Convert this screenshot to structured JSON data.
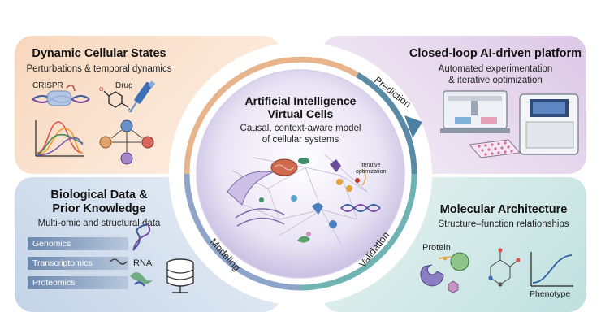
{
  "center": {
    "title_line1": "Artificial Intelligence",
    "title_line2": "Virtual Cells",
    "subtitle_line1": "Causal, context-aware model",
    "subtitle_line2": "of cellular systems",
    "inner_label_line1": "iterative",
    "inner_label_line2": "optimization"
  },
  "ring": {
    "prediction": "Prediction",
    "validation": "Validation",
    "modeling": "Modeling"
  },
  "top_left": {
    "title": "Dynamic Cellular States",
    "subtitle": "Perturbations & temporal dynamics",
    "crispr_label": "CRISPR",
    "drug_label": "Drug"
  },
  "top_right": {
    "title": "Closed-loop AI-driven platform",
    "subtitle_line1": "Automated experimentation",
    "subtitle_line2": "& iterative optimization"
  },
  "bottom_left": {
    "title_line1": "Biological Data &",
    "title_line2": "Prior Knowledge",
    "subtitle": "Multi-omic and structural data",
    "omics": [
      "Genomics",
      "Transcriptomics",
      "Proteomics"
    ],
    "rna_label": "RNA"
  },
  "bottom_right": {
    "title": "Molecular Architecture",
    "subtitle": "Structure–function relationships",
    "protein_label": "Protein",
    "phenotype_label": "Phenotype"
  }
}
